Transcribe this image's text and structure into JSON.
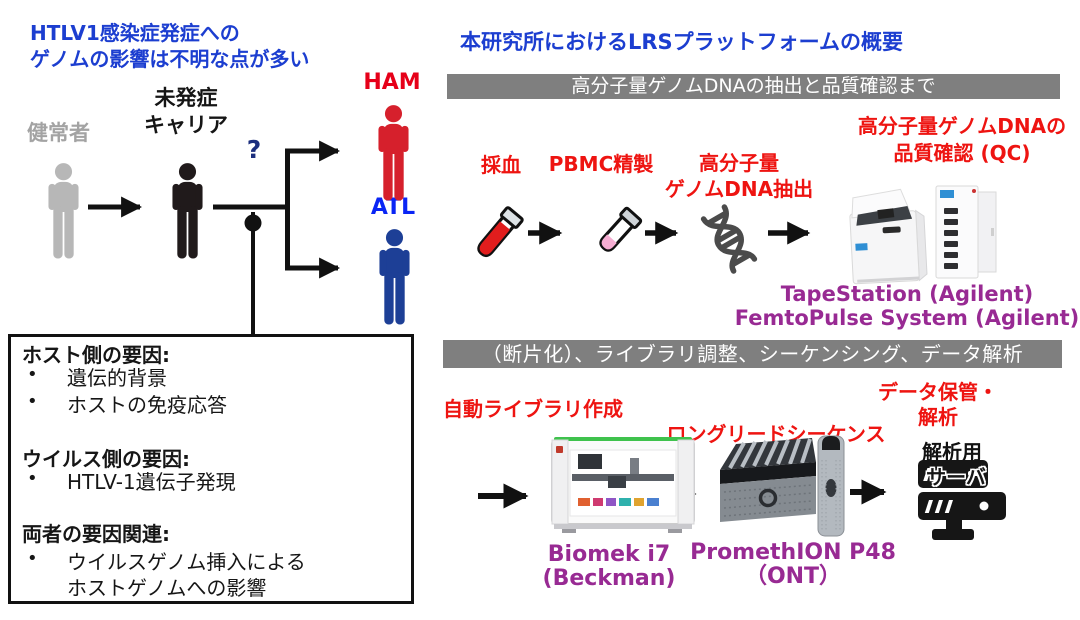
{
  "left": {
    "title1": "HTLV1感染症発症への",
    "title2": "ゲノムの影響は不明な点が多い",
    "healthy": "健常者",
    "carrier1": "未発症",
    "carrier2": "キャリア",
    "question": "?",
    "ham": "HAM",
    "atl": "ATL",
    "box": {
      "h1": "ホスト側の要因:",
      "b1a": "遺伝的背景",
      "b1b": "ホストの免疫応答",
      "h2": "ウイルス側の要因:",
      "b2a": "HTLV-1遺伝子発現",
      "h3": "両者の要因関連:",
      "b3a": "ウイルスゲノム挿入による",
      "b3b": "ホストゲノムへの影響"
    }
  },
  "right": {
    "title": "本研究所におけるLRSプラットフォームの概要",
    "banner1": "高分子量ゲノムDNAの抽出と品質確認まで",
    "banner2": "（断片化）、ライブラリ調整、シーケンシング、データ解析",
    "step_blood": "採血",
    "step_pbmc": "PBMC精製",
    "step_extract1": "高分子量",
    "step_extract2": "ゲノムDNA抽出",
    "step_qc1": "高分子量ゲノムDNAの",
    "step_qc2": "品質確認 (QC)",
    "qc_instrument1": "TapeStation (Agilent)",
    "qc_instrument2": "FemtoPulse System (Agilent)",
    "step_library": "自動ライブラリ作成",
    "step_longread": "ロングリードシーケンス",
    "step_storage1": "データ保管・",
    "step_storage2": "解析",
    "server_label1": "解析用",
    "server_label2": "サーバ",
    "biomek1": "Biomek i7",
    "biomek2": "(Beckman)",
    "promethion1": "PromethION P48",
    "promethion2": "（ONT）"
  },
  "colors": {
    "title_blue": "#1c3ed0",
    "step_red": "#ee1411",
    "instrument_purple": "#982a93",
    "banner_gray": "#7f7f7f",
    "ham_red": "#e60019",
    "atl_blue": "#0a25f5",
    "person_gray": "#b7b7b7",
    "person_black": "#201a1b",
    "person_red": "#d6202c",
    "person_blue": "#1d3f96"
  },
  "icons": {
    "person": "person-pictogram",
    "blood_tube": "test-tube-red",
    "pbmc_tube": "test-tube-pink",
    "dna": "dna-helix",
    "tapestation": "benchtop-analyzer",
    "femtopulse": "tower-analyzer",
    "biomek": "liquid-handler-workstation",
    "promethion": "sequencer-box-and-tower",
    "server": "server-rack",
    "arrow": "black-right-arrow"
  }
}
